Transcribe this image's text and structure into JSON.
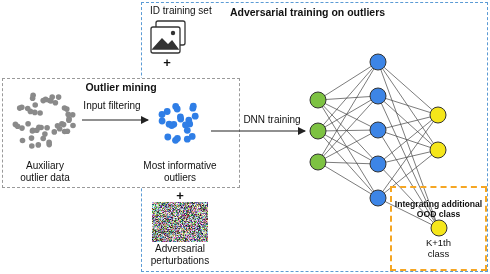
{
  "diagram": {
    "nodes": [
      {
        "text": [
          "Adversarial training on outliers"
        ]
      },
      {
        "text": [
          "Outlier mining"
        ]
      },
      {
        "text": [
          "Integrating additional OOD class"
        ],
        "in": 0
      },
      {
        "text": [
          "K+1th class"
        ],
        "in": 2
      }
    ],
    "labels": [
      "ID training set",
      "+",
      "Auxiliary outlier data",
      "Input filtering",
      "Most informative outliers",
      "+",
      "Adversarial perturbations",
      "DNN training"
    ]
  }
}
